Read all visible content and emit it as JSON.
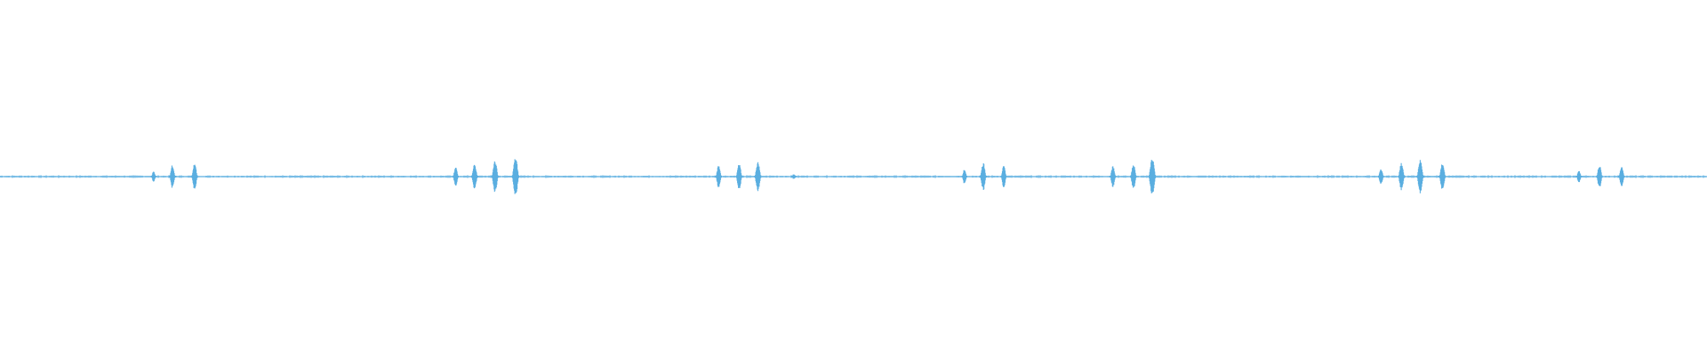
{
  "waveform": {
    "color": "#5aaee0",
    "background": "#ffffff",
    "duration_fraction_bursts": [
      {
        "position": 0.09,
        "amplitude": 0.1
      },
      {
        "position": 0.101,
        "amplitude": 0.22
      },
      {
        "position": 0.114,
        "amplitude": 0.24
      },
      {
        "position": 0.267,
        "amplitude": 0.18
      },
      {
        "position": 0.278,
        "amplitude": 0.24
      },
      {
        "position": 0.29,
        "amplitude": 0.3
      },
      {
        "position": 0.302,
        "amplitude": 0.36
      },
      {
        "position": 0.421,
        "amplitude": 0.22
      },
      {
        "position": 0.433,
        "amplitude": 0.24
      },
      {
        "position": 0.444,
        "amplitude": 0.28
      },
      {
        "position": 0.465,
        "amplitude": 0.05
      },
      {
        "position": 0.565,
        "amplitude": 0.14
      },
      {
        "position": 0.576,
        "amplitude": 0.26
      },
      {
        "position": 0.588,
        "amplitude": 0.2
      },
      {
        "position": 0.652,
        "amplitude": 0.2
      },
      {
        "position": 0.664,
        "amplitude": 0.24
      },
      {
        "position": 0.675,
        "amplitude": 0.36
      },
      {
        "position": 0.809,
        "amplitude": 0.16
      },
      {
        "position": 0.821,
        "amplitude": 0.26
      },
      {
        "position": 0.832,
        "amplitude": 0.32
      },
      {
        "position": 0.845,
        "amplitude": 0.26
      },
      {
        "position": 0.925,
        "amplitude": 0.12
      },
      {
        "position": 0.937,
        "amplitude": 0.22
      },
      {
        "position": 0.95,
        "amplitude": 0.2
      }
    ]
  }
}
